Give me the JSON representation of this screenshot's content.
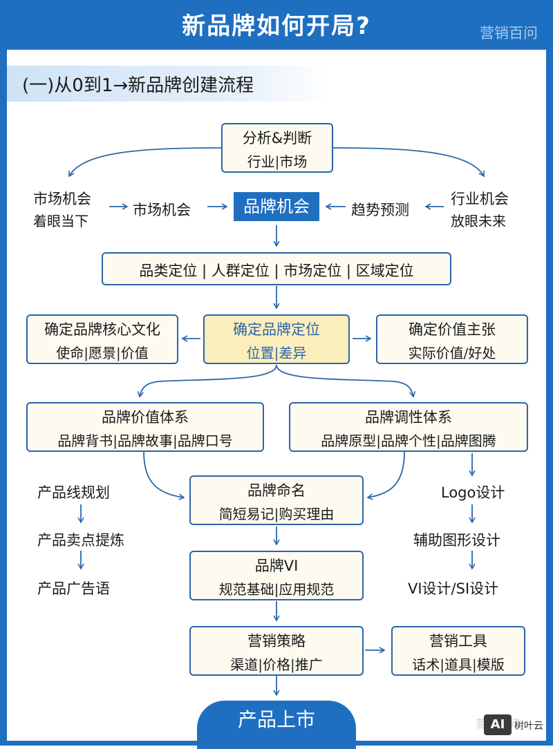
{
  "header": {
    "title": "新品牌如何开局?",
    "brand": "营销百问"
  },
  "section": {
    "title": "(一)从0到1→新品牌创建流程"
  },
  "analysis": {
    "l1": "分析&判断",
    "l2": "行业|市场"
  },
  "left_market": {
    "l1": "市场机会",
    "l2": "着眼当下"
  },
  "mid_market": "市场机会",
  "brand_opportunity": "品牌机会",
  "trend": "趋势预测",
  "right_industry": {
    "l1": "行业机会",
    "l2": "放眼未来"
  },
  "positioning_row": "品类定位 | 人群定位 | 市场定位 | 区域定位",
  "core_culture": {
    "l1": "确定品牌核心文化",
    "l2": "使命|愿景|价值"
  },
  "brand_position": {
    "l1": "确定品牌定位",
    "l2": "位置|差异"
  },
  "value_prop": {
    "l1": "确定价值主张",
    "l2": "实际价值/好处"
  },
  "value_system": {
    "l1": "品牌价值体系",
    "l2": "品牌背书|品牌故事|品牌口号"
  },
  "tone_system": {
    "l1": "品牌调性体系",
    "l2": "品牌原型|品牌个性|品牌图腾"
  },
  "left_chain": [
    "产品线规划",
    "产品卖点提炼",
    "产品广告语"
  ],
  "right_chain": [
    "Logo设计",
    "辅助图形设计",
    "VI设计/SI设计"
  ],
  "naming": {
    "l1": "品牌命名",
    "l2": "简短易记|购买理由"
  },
  "vi": {
    "l1": "品牌VI",
    "l2": "规范基础|应用规范"
  },
  "strategy": {
    "l1": "营销策略",
    "l2": "渠道|价格|推广"
  },
  "tools": {
    "l1": "营销工具",
    "l2": "话术|道具|模版"
  },
  "launch": "产品上市",
  "watermark": {
    "ai": "AI",
    "text": "树叶云",
    "faded": "营销百问"
  },
  "colors": {
    "primary": "#1f6fc1",
    "box_border": "#2a64a8",
    "box_fill": "#fdfaf0",
    "highlight_fill": "#fbeebb"
  }
}
